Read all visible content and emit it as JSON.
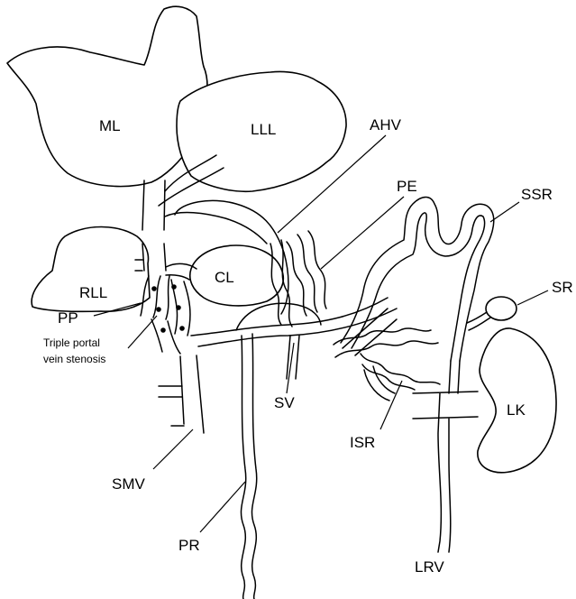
{
  "labels": {
    "ml": "ML",
    "lll": "LLL",
    "ahv": "AHV",
    "pe": "PE",
    "ssr": "SSR",
    "sr": "SR",
    "rll": "RLL",
    "cl": "CL",
    "pp": "PP",
    "stenosis_line1": "Triple portal",
    "stenosis_line2": "vein stenosis",
    "sv": "SV",
    "lk": "LK",
    "isr": "ISR",
    "smv": "SMV",
    "pr": "PR",
    "lrv": "LRV"
  }
}
